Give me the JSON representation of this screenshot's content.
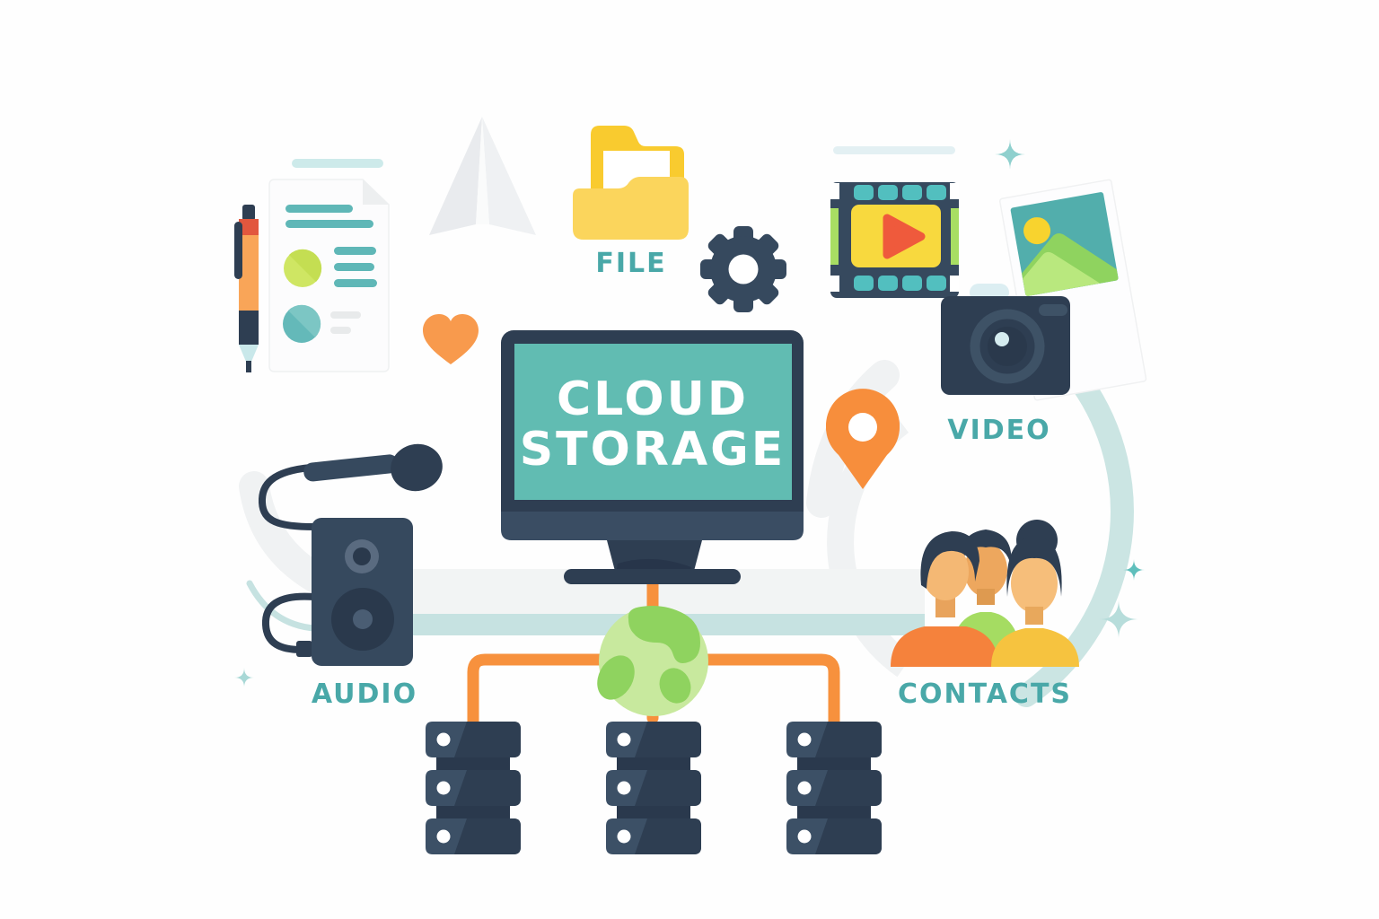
{
  "title": {
    "line1": "CLOUD",
    "line2": "STORAGE"
  },
  "labels": {
    "file": "FILE",
    "video": "VIDEO",
    "audio": "AUDIO",
    "contacts": "CONTACTS"
  },
  "icons": [
    "pen-icon",
    "document-icon",
    "paper-plane-icon",
    "folder-icon",
    "gear-icon",
    "film-strip-icon",
    "photo-icon",
    "camera-icon",
    "heart-icon",
    "monitor-icon",
    "location-pin-icon",
    "microphone-icon",
    "speaker-icon",
    "globe-icon",
    "server-rack-icon",
    "contacts-people-icon",
    "sparkle-icon",
    "network-cables"
  ],
  "colors": {
    "navy_dark": "#2E3E52",
    "navy": "#36495E",
    "navy_light": "#3E5266",
    "teal_label": "#49A8A8",
    "teal_screen": "#61BCB2",
    "teal_sprocket": "#52BFBF",
    "teal_band": "#C6E2E1",
    "teal_arc": "#CBE5E3",
    "yellow_folder": "#F9CB2F",
    "yellow_flap": "#FBD55C",
    "yellow_film": "#F8D93E",
    "yellow_shirt": "#F6C33F",
    "orange_play": "#EF5A3C",
    "orange_heart": "#F89A4D",
    "orange_cable": "#F7913D",
    "orange_shirt": "#F5823C",
    "lime": "#A8DE63",
    "green_globe": "#8FD35F",
    "green_globe_light": "#C8E99E",
    "skin": "#F4B874",
    "gray_light": "#F0F2F3",
    "pen_orange": "#F9A558",
    "pen_red": "#E2573E"
  }
}
